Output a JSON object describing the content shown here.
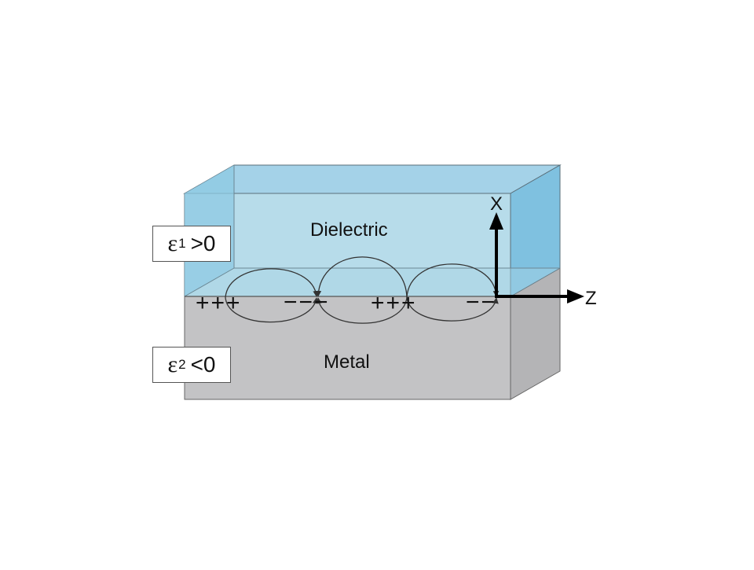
{
  "diagram": {
    "dielectric_label": "Dielectric",
    "metal_label": "Metal",
    "axes": {
      "x_label": "X",
      "z_label": "Z"
    },
    "charges": [
      "+++",
      "−−−",
      "+++",
      "−−"
    ],
    "permittivity": [
      {
        "symbol": "ε",
        "sub": "1",
        "relation": ">0"
      },
      {
        "symbol": "ε",
        "sub": "2",
        "relation": "<0"
      }
    ],
    "colors": {
      "dielectric_front": "#b7dcea",
      "dielectric_side": "#7fc1e0",
      "dielectric_top": "#a4d2e8",
      "metal_front": "#c3c3c5",
      "metal_side": "#b4b4b6"
    }
  }
}
